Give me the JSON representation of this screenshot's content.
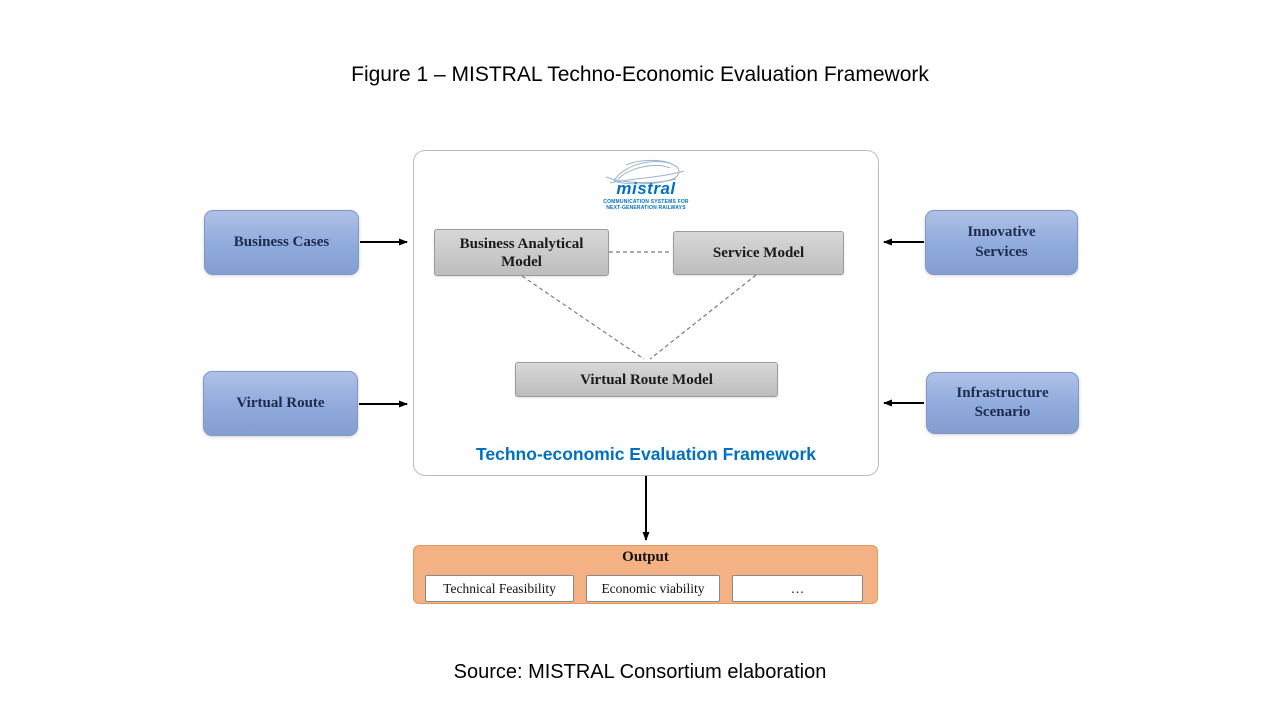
{
  "figure": {
    "title": "Figure 1 – MISTRAL Techno-Economic Evaluation Framework",
    "source": "Source: MISTRAL Consortium elaboration"
  },
  "framework": {
    "label": "Techno-economic Evaluation Framework",
    "logo": {
      "wordmark": "mistral",
      "tagline": "COMMUNICATION SYSTEMS FOR NEXT-GENERATION RAILWAYS"
    },
    "models": {
      "business_analytical": "Business Analytical Model",
      "service": "Service Model",
      "virtual_route": "Virtual Route Model"
    }
  },
  "inputs": {
    "left": [
      {
        "label": "Business Cases"
      },
      {
        "label": "Virtual Route"
      }
    ],
    "right": [
      {
        "label": "Innovative Services"
      },
      {
        "label": "Infrastructure Scenario"
      }
    ]
  },
  "output": {
    "title": "Output",
    "items": [
      "Technical Feasibility",
      "Economic viability",
      "…"
    ]
  },
  "colors": {
    "input_box": "#8faadc",
    "model_box": "#c6c6c6",
    "output_box": "#f4b183",
    "accent_blue": "#0070c0"
  }
}
